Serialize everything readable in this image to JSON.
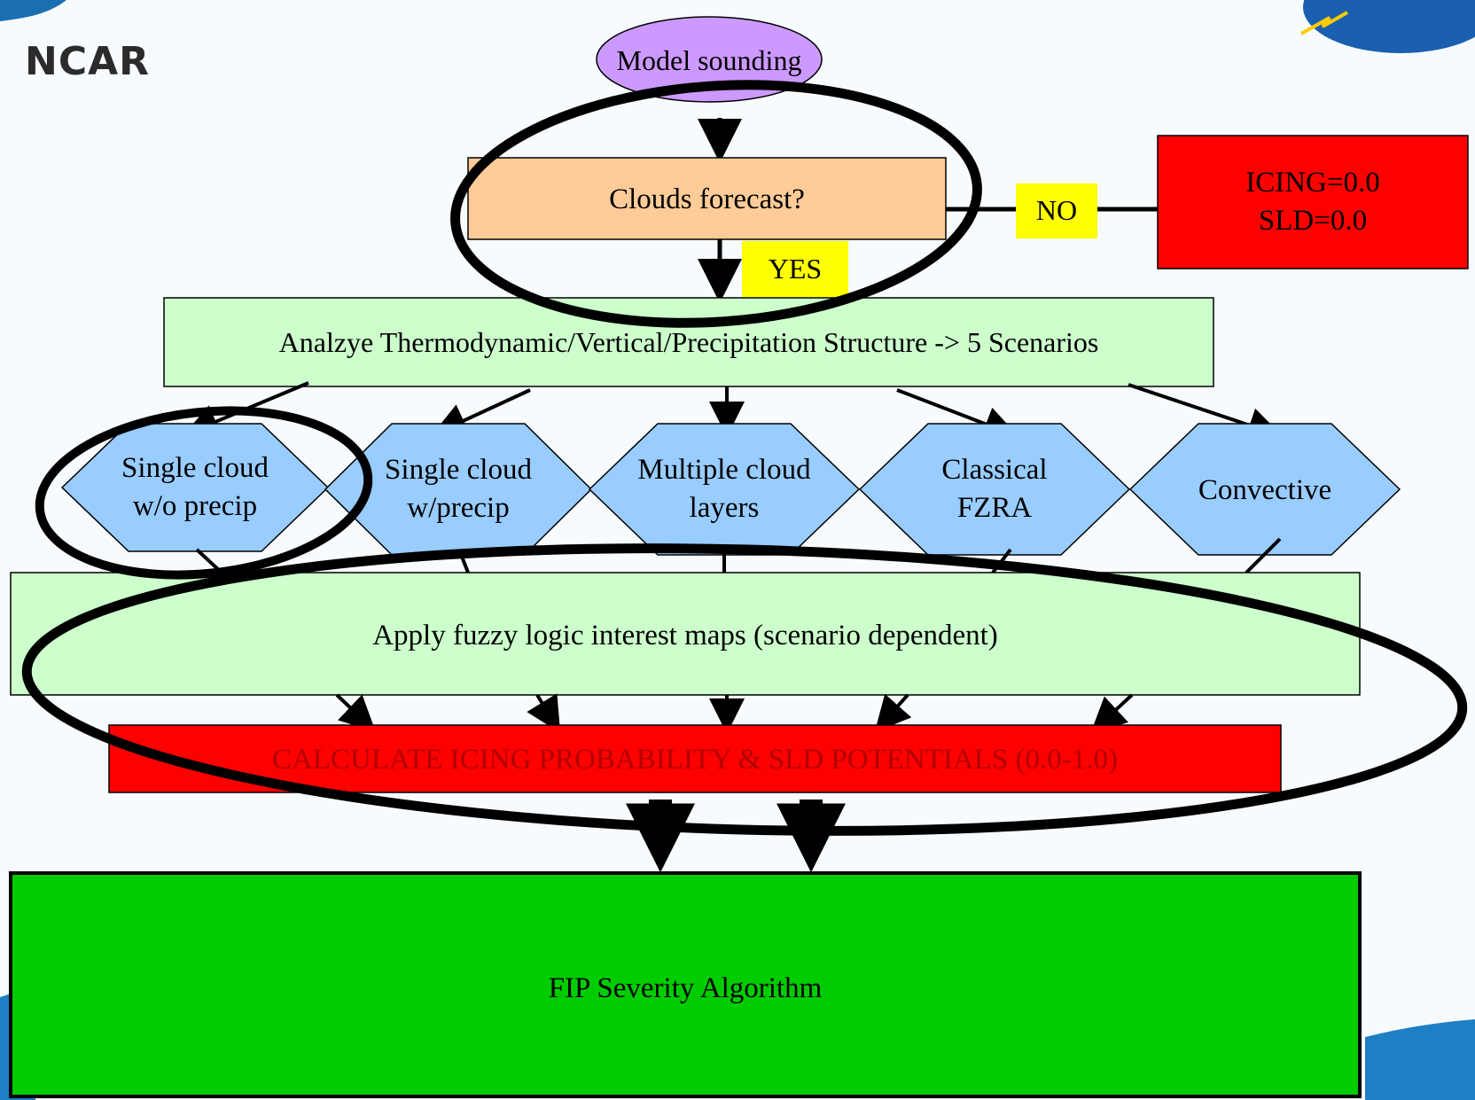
{
  "logo": {
    "text": "NCAR"
  },
  "nodes": {
    "model_sounding": "Model sounding",
    "clouds_forecast": "Clouds forecast?",
    "no_label": "NO",
    "yes_label": "YES",
    "icing_zero": {
      "line1": "ICING=0.0",
      "line2": "SLD=0.0"
    },
    "analyze": "Analzye Thermodynamic/Vertical/Precipitation Structure -> 5  Scenarios",
    "scenarios": [
      {
        "line1": "Single cloud",
        "line2": "w/o precip"
      },
      {
        "line1": "Single cloud",
        "line2": "w/precip"
      },
      {
        "line1": "Multiple cloud",
        "line2": "layers"
      },
      {
        "line1": "Classical",
        "line2": "FZRA"
      },
      {
        "line1": "Convective",
        "line2": ""
      }
    ],
    "apply_fuzzy": "Apply fuzzy logic interest maps (scenario dependent)",
    "calculate": "CALCULATE ICING PROBABILITY & SLD POTENTIALS (0.0-1.0)",
    "fip_severity": "FIP Severity Algorithm"
  },
  "colors": {
    "model_sounding": "#cc99ff",
    "clouds_forecast": "#ffcc99",
    "yes_no_tag": "#ffff00",
    "red_box": "#ff0000",
    "light_green": "#ccffcc",
    "hexagon": "#99ccff",
    "fip_green": "#00cc00",
    "logo_blue": "#1a6fb0"
  }
}
